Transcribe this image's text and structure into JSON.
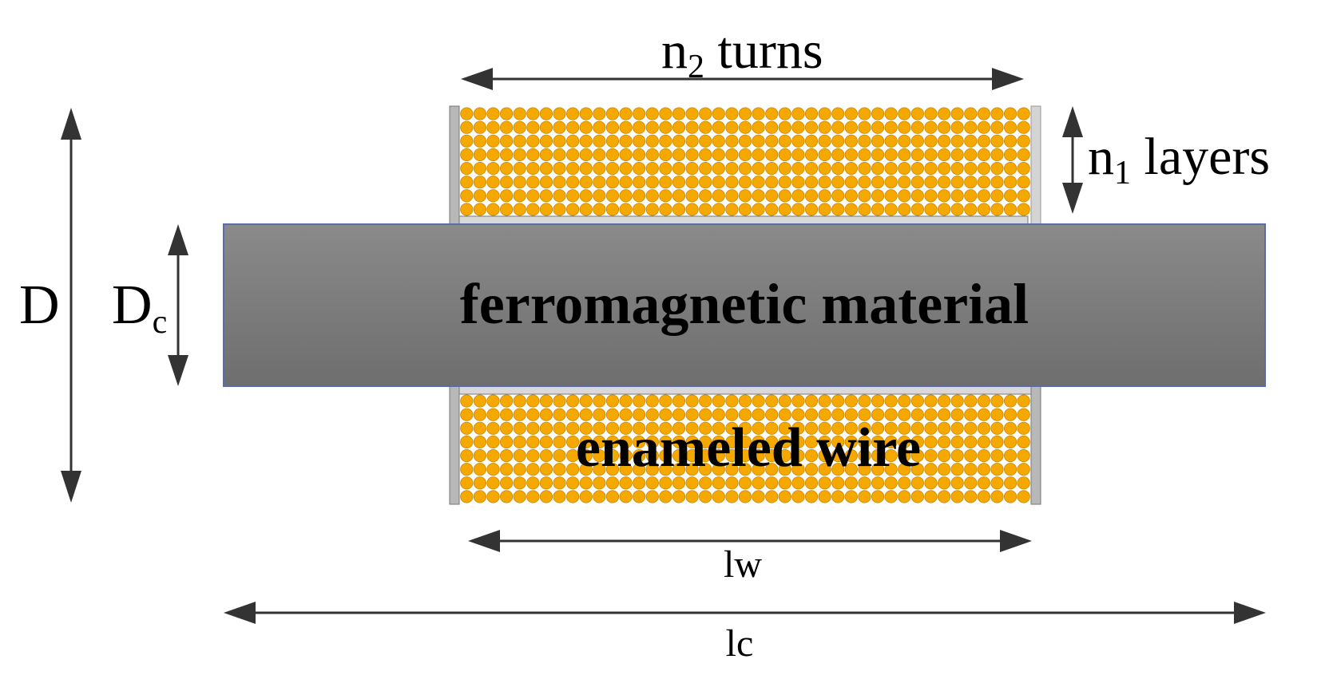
{
  "labels": {
    "turns": {
      "main": "n",
      "sub": "2",
      "rest": " turns"
    },
    "layers": {
      "main": "n",
      "sub": "1",
      "rest": " layers"
    },
    "outer_diameter": "D",
    "core_diameter": {
      "main": "D",
      "sub": "c"
    },
    "core": "ferromagnetic material",
    "wire": "enameled wire",
    "winding_length": "lw",
    "core_length": "lc"
  },
  "winding": {
    "columns": 43,
    "rows": 8
  },
  "colors": {
    "wire": "#F5A800",
    "wire_outline": "#C98600",
    "core_top": "#8a8a8a",
    "core_bottom": "#6e6e6e",
    "core_border": "#5b6bb0",
    "bobbin": "#b8b8b8",
    "arrow": "#333333"
  }
}
